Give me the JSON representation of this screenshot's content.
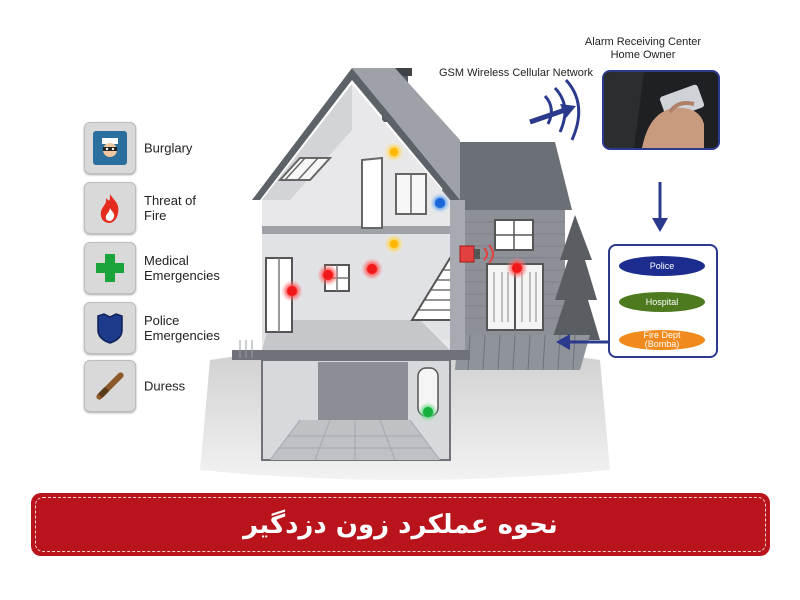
{
  "zones": [
    {
      "label": "Burglary",
      "icon": "burglar-icon"
    },
    {
      "label": "Threat of\nFire",
      "icon": "fire-icon"
    },
    {
      "label": "Medical\nEmergencies",
      "icon": "medical-cross-icon"
    },
    {
      "label": "Police\nEmergencies",
      "icon": "police-badge-icon"
    },
    {
      "label": "Duress",
      "icon": "baton-icon"
    }
  ],
  "network": {
    "gsm_label": "GSM Wireless Cellular Network",
    "center_line1": "Alarm Receiving Center",
    "center_line2": "Home Owner"
  },
  "responders": {
    "police": "Police",
    "hospital": "Hospital",
    "fire": "Fire Dept\n(Bomba)"
  },
  "banner": {
    "title": "نحوه عملکرد زون دزدگیر"
  },
  "colors": {
    "banner": "#b9141b",
    "police_pill": "#1c2d8f",
    "hospital_pill": "#4e7a1f",
    "fire_pill": "#f08a1d",
    "arrow_blue": "#2b3a8c"
  }
}
